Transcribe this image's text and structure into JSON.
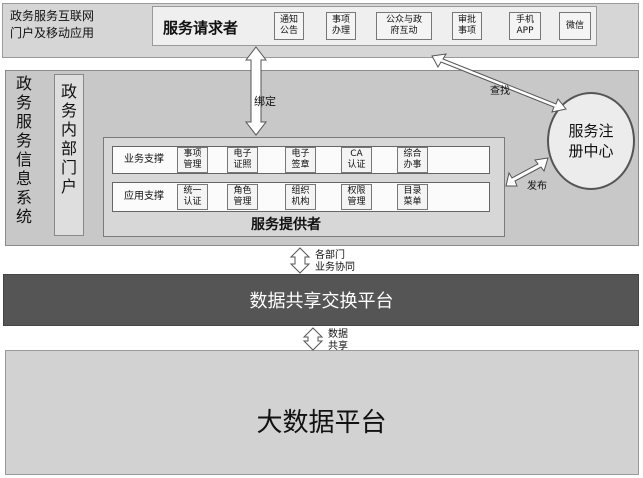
{
  "portal": {
    "title": "政务服务互联网\n门户及移动应用",
    "requester": "服务请求者",
    "items": [
      "通知\n公告",
      "事项\n办理",
      "公众与政\n府互动",
      "审批\n事项",
      "手机\nAPP",
      "微信"
    ]
  },
  "system": {
    "title": "政\n务\n服\n务\n信\n息\n系\n统",
    "internal_portal": "政\n务\n内\n部\n门\n户",
    "provider": "服务提供者",
    "business_row": {
      "label": "业务支撑",
      "items": [
        "事项\n管理",
        "电子\n证照",
        "电子\n签章",
        "CA\n认证",
        "综合\n办事"
      ]
    },
    "app_row": {
      "label": "应用支撑",
      "items": [
        "统一\n认证",
        "角色\n管理",
        "组织\n机构",
        "权限\n管理",
        "目录\n菜单"
      ]
    }
  },
  "registry": "服务注\n册中心",
  "arrows": {
    "bind": "绑定",
    "find": "查找",
    "publish": "发布",
    "collab": "各部门\n业务协同",
    "share": "数据\n共享"
  },
  "exchange": "数据共享交换平台",
  "bigdata": "大数据平台",
  "colors": {
    "dark_band": "#555555",
    "light_band": "#c8c8c8",
    "top_band": "#d6d6d6"
  }
}
